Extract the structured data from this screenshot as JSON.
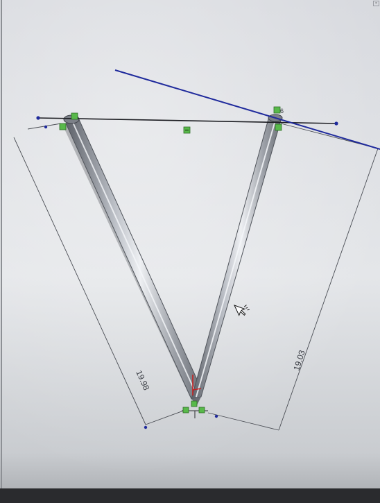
{
  "colors": {
    "background_top": "#d9dbe0",
    "background_bottom": "#c6cace",
    "sketch_line": "#1f2a9c",
    "part_steel": "#8d9199",
    "relation_green": "#58b94a",
    "origin_red": "#c62020"
  },
  "viewport": {
    "dimensions": [
      {
        "id": "left-leg-length",
        "value": "19.98"
      },
      {
        "id": "right-leg-length",
        "value": "19.03"
      }
    ],
    "relation_badge_label": "6",
    "window_close_label": "×"
  },
  "icons": {
    "cursor": "pointer-arrow-icon",
    "relation": "sketch-relation-icon",
    "close": "close-icon"
  }
}
